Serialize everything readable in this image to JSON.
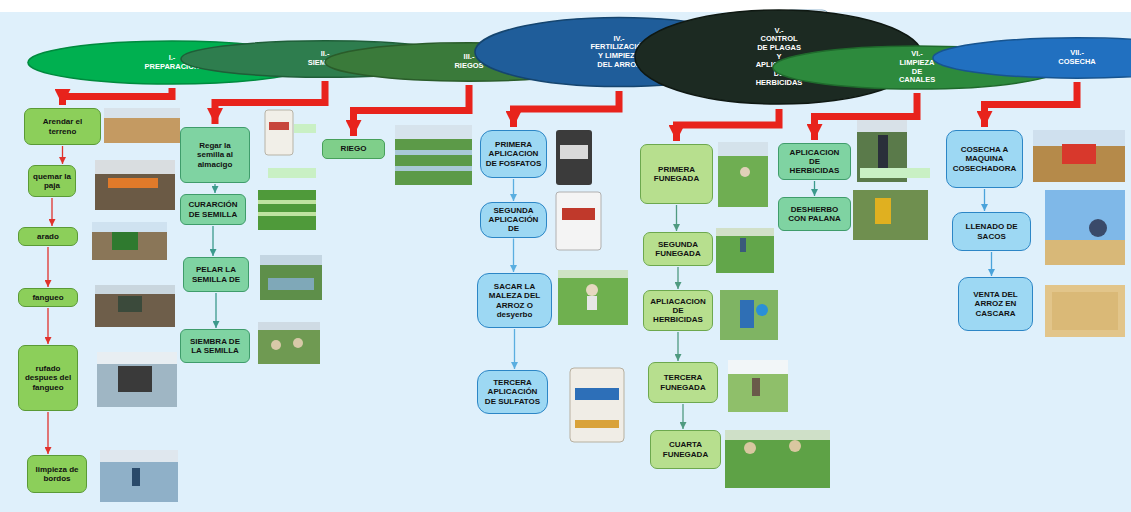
{
  "diagram": {
    "nodes": [
      {
        "text": [
          "I.- PREPARACION"
        ]
      },
      {
        "text": [
          "Arendar el terreno"
        ]
      },
      {
        "text": [
          "quemar la paja"
        ]
      },
      {
        "text": [
          "arado"
        ]
      },
      {
        "text": [
          "fangueo"
        ]
      },
      {
        "text": [
          "rufado despues del fangueo"
        ]
      },
      {
        "text": [
          "limpieza de bordos"
        ]
      },
      {
        "text": [
          "II.- SIEMBRA"
        ]
      },
      {
        "text": [
          "Regar la semilla al almacigo"
        ]
      },
      {
        "text": [
          "CURARCIÓN DE SEMILLA"
        ]
      },
      {
        "text": [
          "PELAR LA SEMILLA DE"
        ]
      },
      {
        "text": [
          "SIEMBRA DE LA SEMILLA"
        ]
      },
      {
        "text": [
          "III.- RIEGOS"
        ]
      },
      {
        "text": [
          "RIEGO"
        ]
      },
      {
        "text": [
          "IV.- FERTILIZACIÓN Y LIMPIEZA DEL ARROZ"
        ]
      },
      {
        "text": [
          "PRIMERA APLICACION DE FOSFATOS"
        ]
      },
      {
        "text": [
          "SEGUNDA APLICACIÓN DE"
        ]
      },
      {
        "text": [
          "SACAR LA MALEZA DEL ARROZ O desyerbo"
        ]
      },
      {
        "text": [
          "TERCERA APLICACIÓN DE SULFATOS"
        ]
      },
      {
        "text": [
          "V.- CONTROL DE PLAGAS Y APLICACION DE HERBICIDAS"
        ]
      },
      {
        "text": [
          "PRIMERA FUNEGADA"
        ]
      },
      {
        "text": [
          "SEGUNDA FUNEGADA"
        ]
      },
      {
        "text": [
          "APLIACACION DE HERBICIDAS"
        ]
      },
      {
        "text": [
          "TERCERA FUNEGADA"
        ]
      },
      {
        "text": [
          "CUARTA FUNEGADA"
        ]
      },
      {
        "text": [
          "VI.- LIMPIEZA DE CANALES"
        ]
      },
      {
        "text": [
          "APLICACION DE HERBICIDAS"
        ]
      },
      {
        "text": [
          "DESHIERBO CON PALANA"
        ]
      },
      {
        "text": [
          "VII.- COSECHA"
        ]
      },
      {
        "text": [
          "COSECHA A MAQUINA COSECHADORA"
        ]
      },
      {
        "text": [
          "LLENADO DE SACOS"
        ]
      },
      {
        "text": [
          "VENTA DEL ARROZ EN CASCARA"
        ]
      }
    ],
    "edges": [
      {
        "from": 0,
        "to": 1,
        "arrow": "to"
      },
      {
        "from": 1,
        "to": 2,
        "arrow": "to"
      },
      {
        "from": 2,
        "to": 3,
        "arrow": "to"
      },
      {
        "from": 3,
        "to": 4,
        "arrow": "to"
      },
      {
        "from": 4,
        "to": 5,
        "arrow": "to"
      },
      {
        "from": 5,
        "to": 6,
        "arrow": "to"
      },
      {
        "from": 7,
        "to": 8,
        "arrow": "to"
      },
      {
        "from": 8,
        "to": 9,
        "arrow": "to"
      },
      {
        "from": 9,
        "to": 10,
        "arrow": "to"
      },
      {
        "from": 10,
        "to": 11,
        "arrow": "to"
      },
      {
        "from": 12,
        "to": 13,
        "arrow": "to"
      },
      {
        "from": 14,
        "to": 15,
        "arrow": "to"
      },
      {
        "from": 15,
        "to": 16,
        "arrow": "to"
      },
      {
        "from": 16,
        "to": 17,
        "arrow": "to"
      },
      {
        "from": 17,
        "to": 18,
        "arrow": "to"
      },
      {
        "from": 19,
        "to": 20,
        "arrow": "to"
      },
      {
        "from": 20,
        "to": 21,
        "arrow": "to"
      },
      {
        "from": 21,
        "to": 22,
        "arrow": "to"
      },
      {
        "from": 22,
        "to": 23,
        "arrow": "to"
      },
      {
        "from": 23,
        "to": 24,
        "arrow": "to"
      },
      {
        "from": 25,
        "to": 26,
        "arrow": "to"
      },
      {
        "from": 26,
        "to": 27,
        "arrow": "to"
      },
      {
        "from": 28,
        "to": 29,
        "arrow": "to"
      },
      {
        "from": 29,
        "to": 30,
        "arrow": "to"
      },
      {
        "from": 30,
        "to": 31,
        "arrow": "to"
      }
    ]
  }
}
